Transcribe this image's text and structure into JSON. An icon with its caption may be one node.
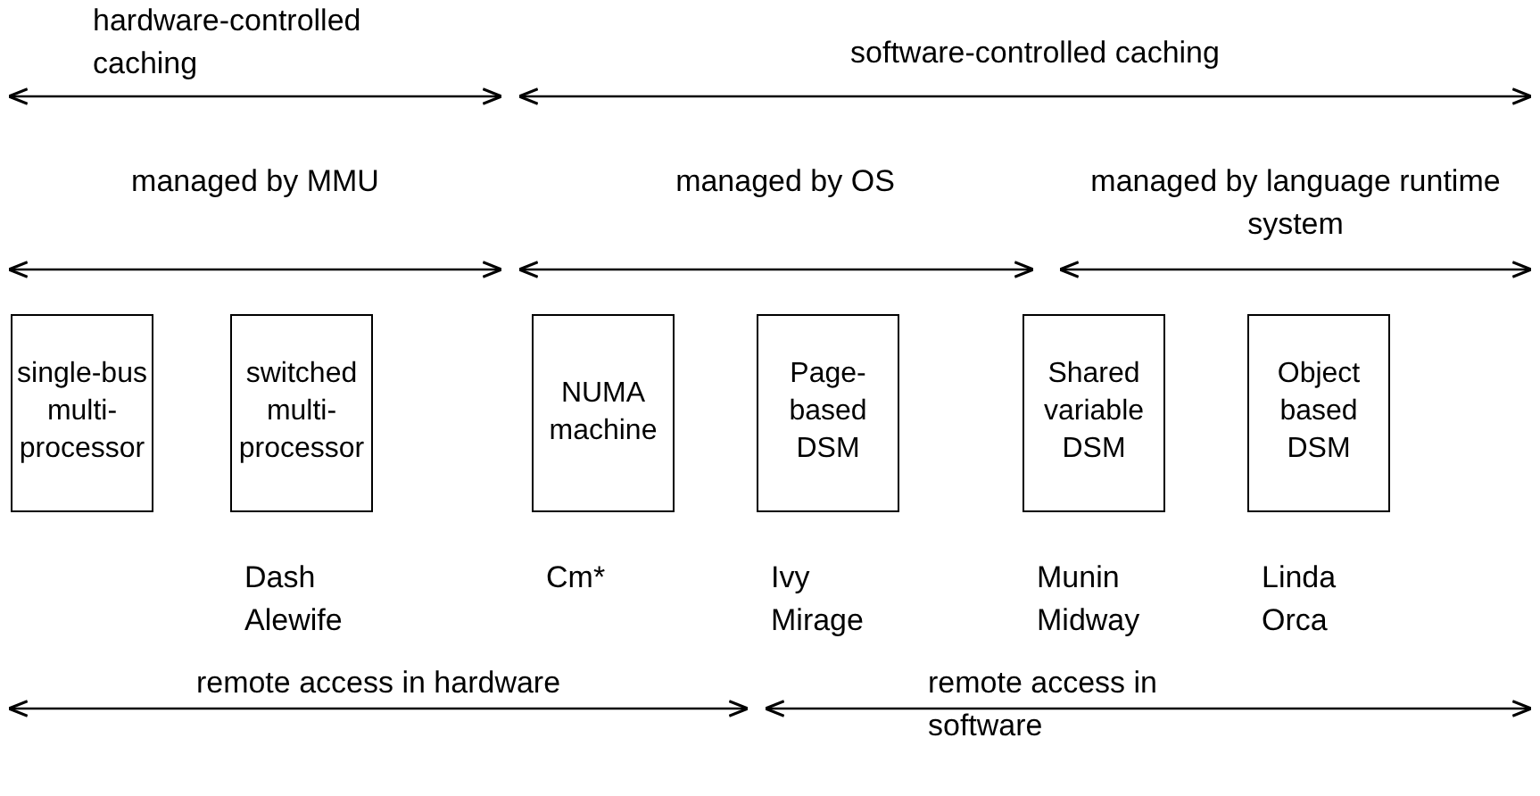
{
  "diagram": {
    "nodes": [
      {
        "text": [
          "single-bus multi-processor"
        ]
      },
      {
        "text": [
          "switched multi-processor"
        ],
        "beside": [
          "Dash",
          "Alewife"
        ]
      },
      {
        "text": [
          "NUMA machine"
        ],
        "beside": [
          "Cm*"
        ]
      },
      {
        "text": [
          "Page-based DSM"
        ],
        "beside": [
          "Ivy",
          "Mirage"
        ]
      },
      {
        "text": [
          "Shared variable DSM"
        ],
        "beside": [
          "Munin",
          "Midway"
        ]
      },
      {
        "text": [
          "Object based DSM"
        ],
        "beside": [
          "Linda",
          "Orca"
        ]
      }
    ],
    "edges": [],
    "labels": [
      "hardware-controlled caching",
      "software-controlled caching",
      "managed by MMU",
      "managed by OS",
      "managed by language runtime system",
      "remote access in hardware",
      "remote access in software"
    ]
  }
}
